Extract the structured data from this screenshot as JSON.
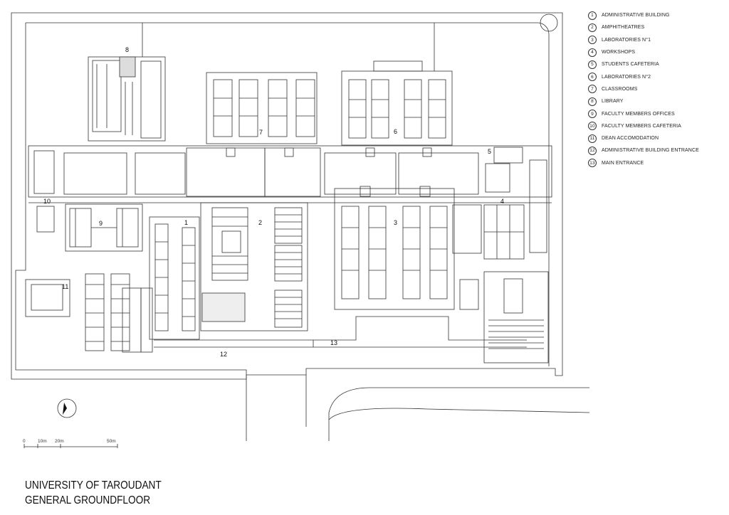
{
  "legend": [
    {
      "num": "1",
      "label": "ADMINISTRATIVE BUILDING"
    },
    {
      "num": "2",
      "label": "AMPHITHEATRES"
    },
    {
      "num": "3",
      "label": "LABORATORIES N°1"
    },
    {
      "num": "4",
      "label": "WORKSHOPS"
    },
    {
      "num": "5",
      "label": "STUDENTS CAFETERIA"
    },
    {
      "num": "6",
      "label": "LABORATORIES N°2"
    },
    {
      "num": "7",
      "label": "CLASSROOMS"
    },
    {
      "num": "8",
      "label": "LIBRARY"
    },
    {
      "num": "9",
      "label": "FACULTY MEMBERS OFFICES"
    },
    {
      "num": "10",
      "label": "FACULTY MEMBERS CAFETERIA"
    },
    {
      "num": "11",
      "label": "DEAN ACCOMODATION"
    },
    {
      "num": "12",
      "label": "ADMINISTRATIVE BUILDING ENTRANCE"
    },
    {
      "num": "13",
      "label": "MAIN ENTRANCE"
    }
  ],
  "plan_labels": {
    "b1": "1",
    "b2": "2",
    "b3": "3",
    "b4": "4",
    "b5": "5",
    "b6": "6",
    "b7": "7",
    "b8": "8",
    "b9": "9",
    "b10": "10",
    "b11": "11",
    "b12": "12",
    "b13": "13"
  },
  "scale": {
    "s0": "0",
    "s10": "10m",
    "s20": "20m",
    "s50": "50m"
  },
  "title": {
    "line1": "UNIVERSITY OF TAROUDANT",
    "line2": "GENERAL GROUNDFLOOR"
  }
}
